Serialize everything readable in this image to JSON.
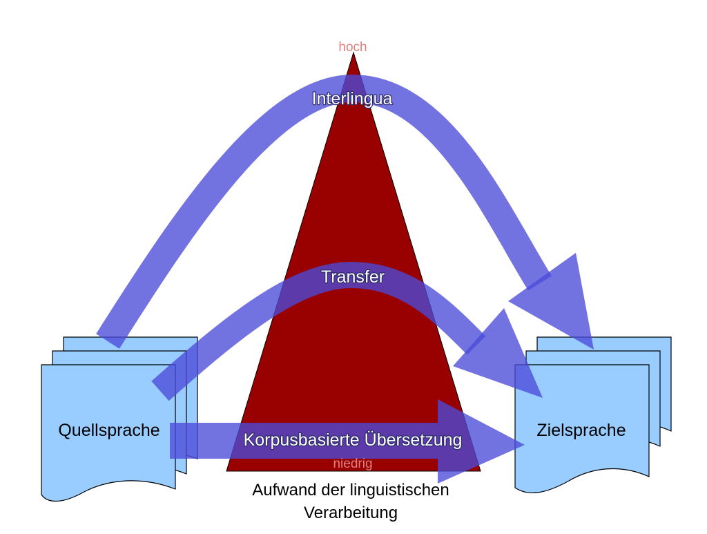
{
  "diagram": {
    "pyramid": {
      "top_label": "hoch",
      "bottom_label": "niedrig",
      "caption_line1": "Aufwand der linguistischen",
      "caption_line2": "Verarbeitung",
      "color": "#990000"
    },
    "arrows": {
      "interlingua": "Interlingua",
      "transfer": "Transfer",
      "corpus": "Korpusbasierte Übersetzung",
      "color": "#4a4ad8"
    },
    "documents": {
      "source": "Quellsprache",
      "target": "Zielsprache",
      "fill": "#99ccff"
    }
  }
}
